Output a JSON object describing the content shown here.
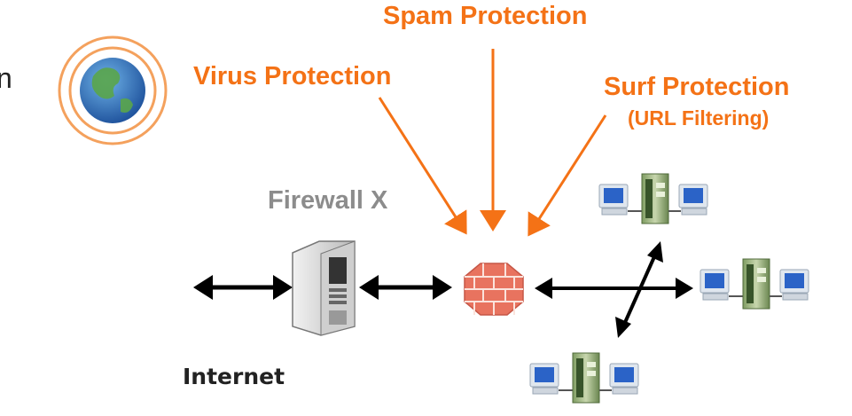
{
  "labels": {
    "spam_protection": "Spam Protection",
    "virus_protection": "Virus Protection",
    "surf_protection": "Surf Protection",
    "surf_protection_sub": "(URL Filtering)",
    "firewall": "Firewall X",
    "internet": "Internet",
    "edge_fragment": "n"
  },
  "colors": {
    "accent_orange": "#f47216",
    "firewall_label_gray": "#8c8c8c",
    "arrow_black": "#000000",
    "brick": "#e8735f",
    "globe_ring": "#f4a15d"
  },
  "icons": [
    "globe-icon",
    "server-icon",
    "brick-firewall-icon",
    "workstation-cluster-icon"
  ]
}
